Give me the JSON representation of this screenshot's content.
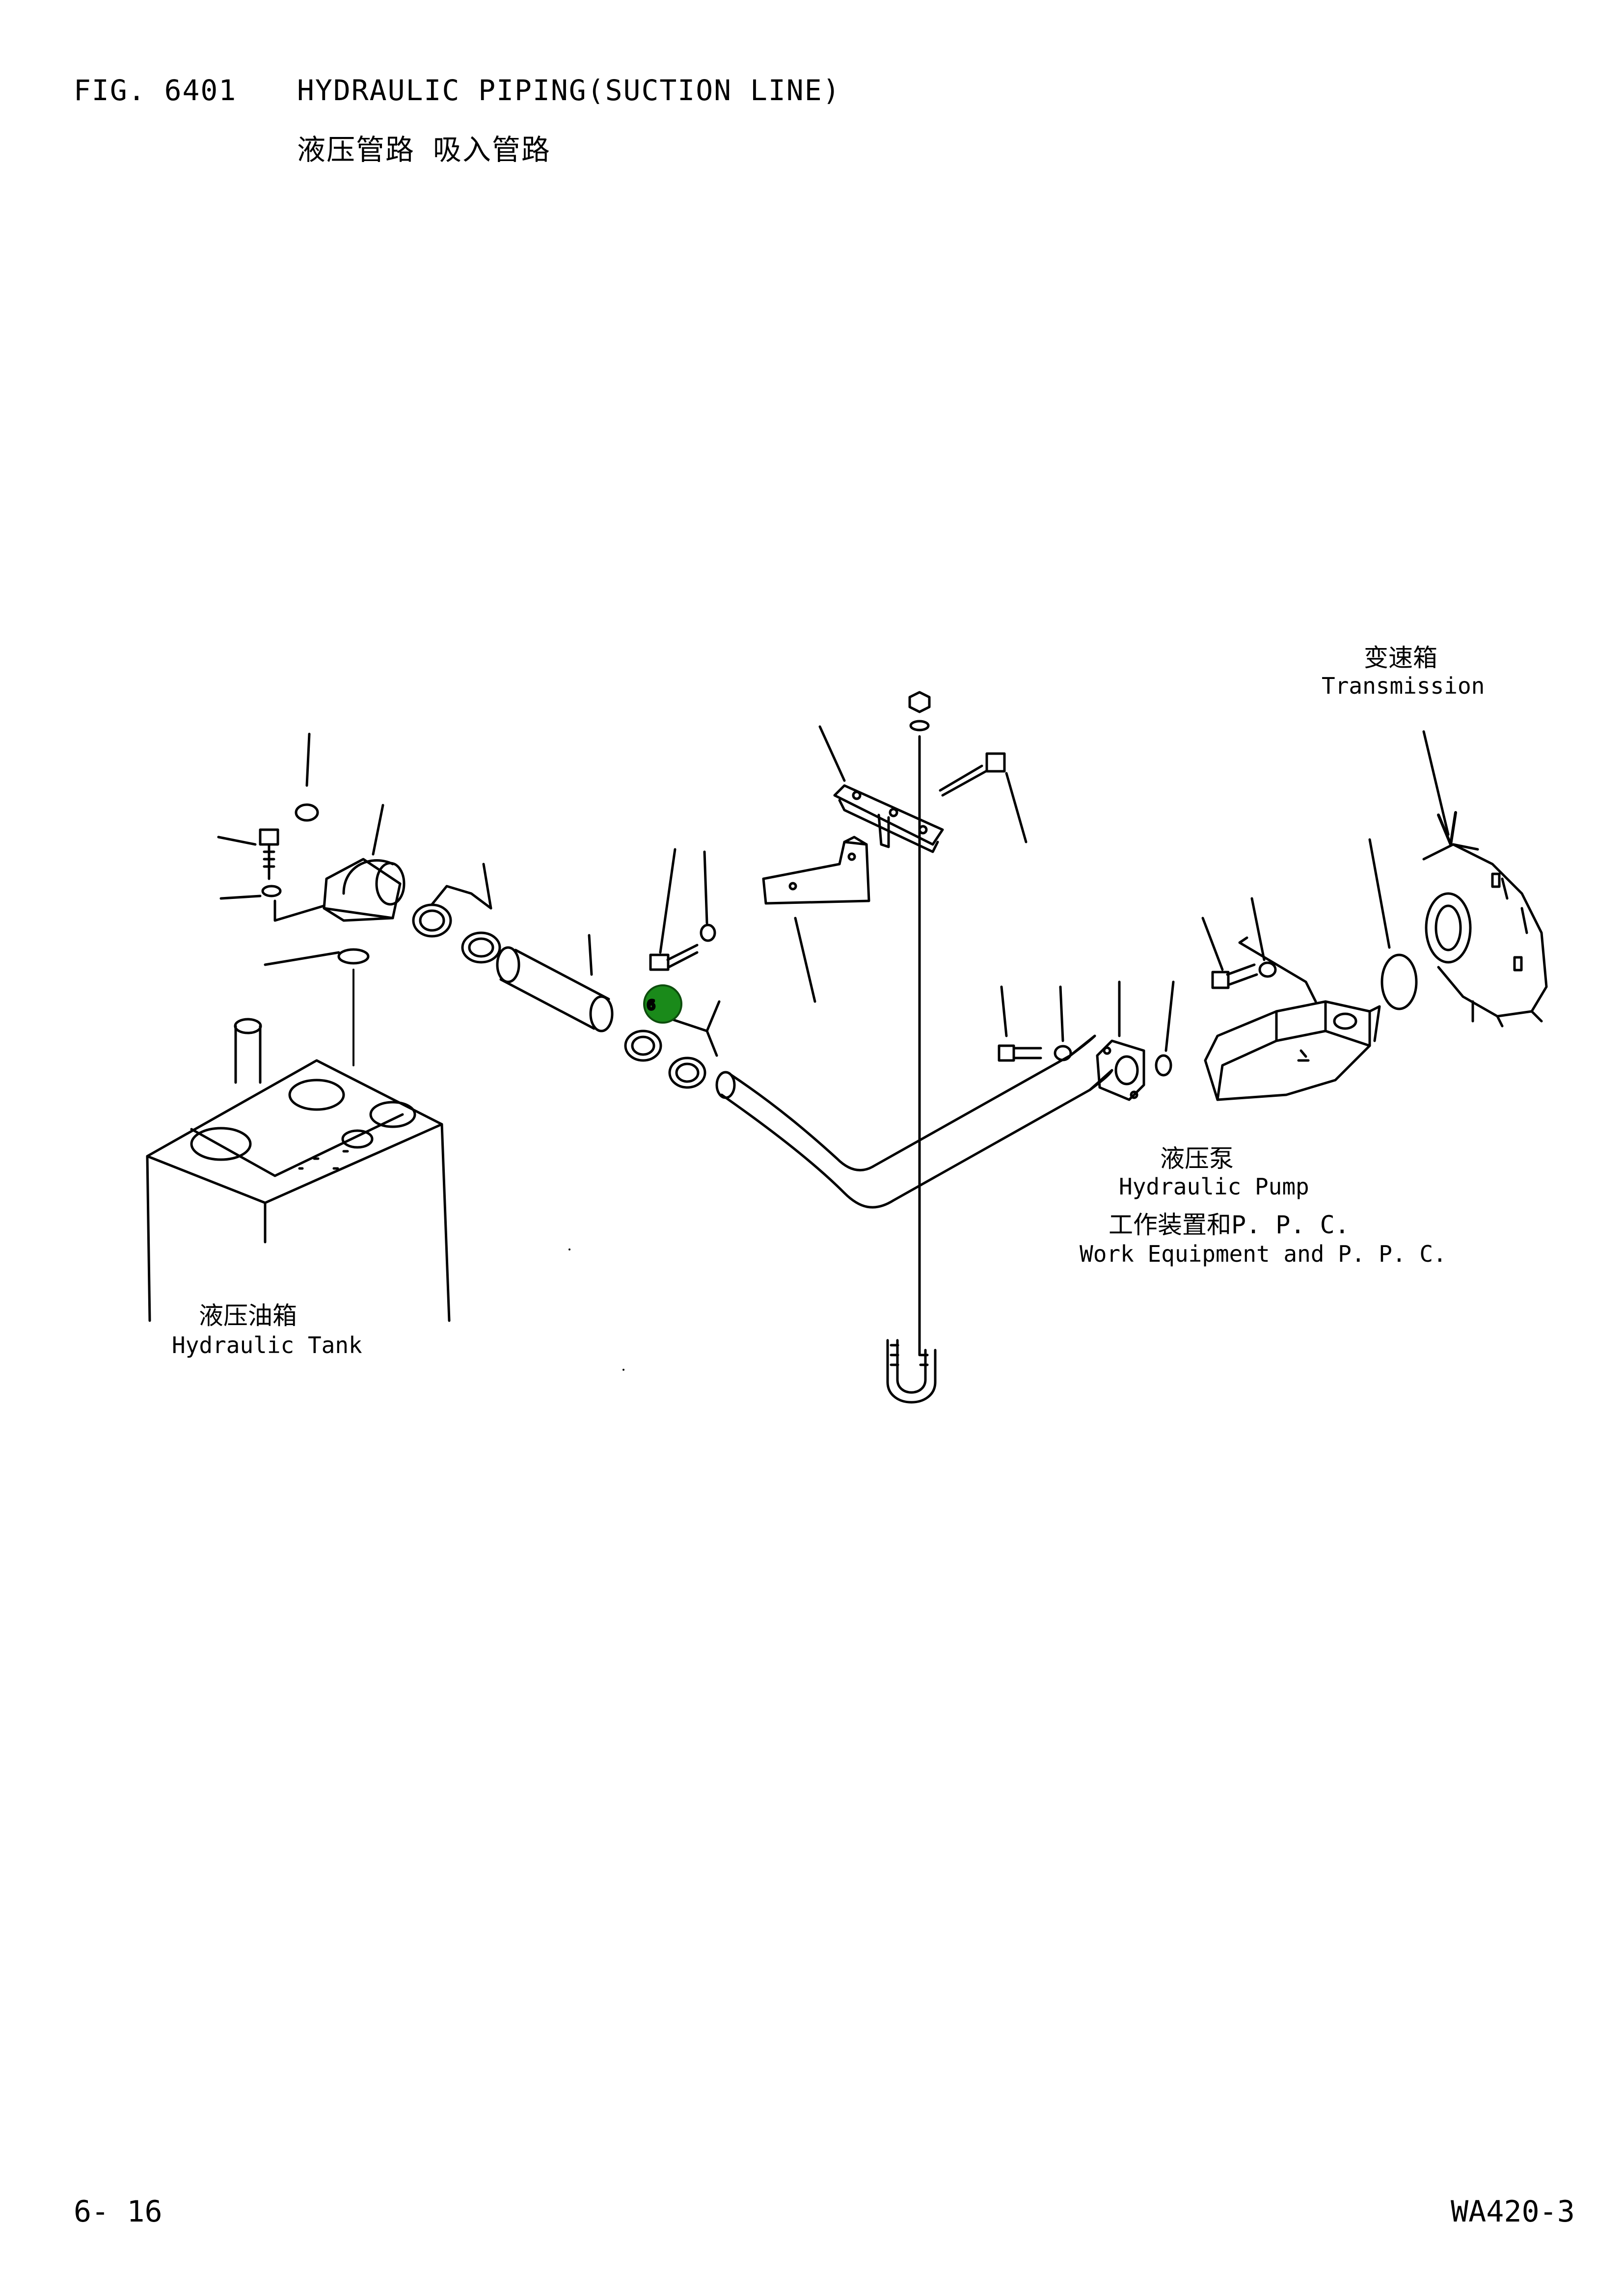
{
  "header": {
    "fig_no": "FIG. 6401",
    "title_en": "HYDRAULIC PIPING(SUCTION LINE)",
    "title_cn": "液压管路 吸入管路"
  },
  "labels": {
    "transmission_cn": "变速箱",
    "transmission_en": "Transmission",
    "pump_cn": "液压泵",
    "pump_en": "Hydraulic Pump",
    "work_cn": "工作装置和P. P. C.",
    "work_en": "Work Equipment and P. P. C.",
    "tank_cn": "液压油箱",
    "tank_en": "Hydraulic Tank"
  },
  "callout": {
    "number": "6",
    "color": "#1a8a1a"
  },
  "footer": {
    "page": "6- 16",
    "model": "WA420-3"
  }
}
